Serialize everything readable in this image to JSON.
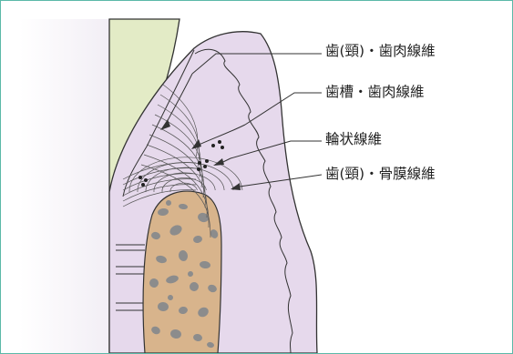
{
  "labels": {
    "dentogingival": "歯(頸)・歯肉線維",
    "alveologingival": "歯槽・歯肉線維",
    "circular": "輪状線維",
    "dentoperiosteal": "歯(頸)・骨膜線維"
  },
  "colors": {
    "border": "#5bb9a8",
    "gingiva": "#e6d9ec",
    "tooth": "#e3ebc6",
    "bone": "#d8b48c",
    "line": "#333333"
  }
}
